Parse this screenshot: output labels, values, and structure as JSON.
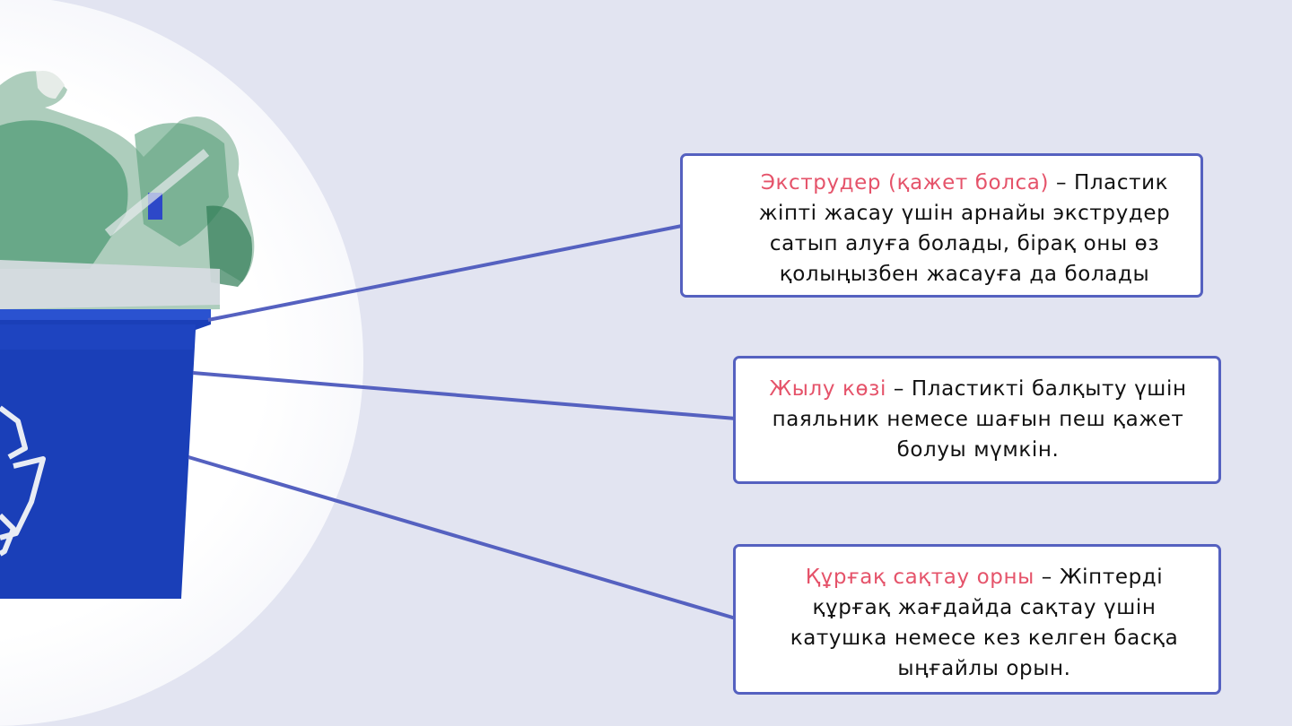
{
  "colors": {
    "background": "#e2e4f1",
    "accent_line": "#5561c0",
    "term": "#e5536a",
    "bin_blue": "#1a3fb8",
    "text": "#111111"
  },
  "illustration": {
    "subject": "recycling-bin-with-plastic-bottles",
    "symbol": "recycle-icon"
  },
  "callouts": [
    {
      "term": "Экструдер (қажет болса)",
      "separator": " –",
      "description": "Пластик жіпті жасау үшін арнайы экструдер сатып алуға болады, бірақ оны өз қолыңызбен жасауға да болады"
    },
    {
      "term": "Жылу көзі",
      "separator": " – ",
      "description": "Пластикті балқыту үшін паяльник немесе шағын пеш қажет болуы мүмкін."
    },
    {
      "term": "Құрғақ сақтау орны",
      "separator": " – ",
      "description": "Жіптерді құрғақ жағдайда сақтау үшін катушка немесе кез келген басқа ыңғайлы орын."
    }
  ]
}
